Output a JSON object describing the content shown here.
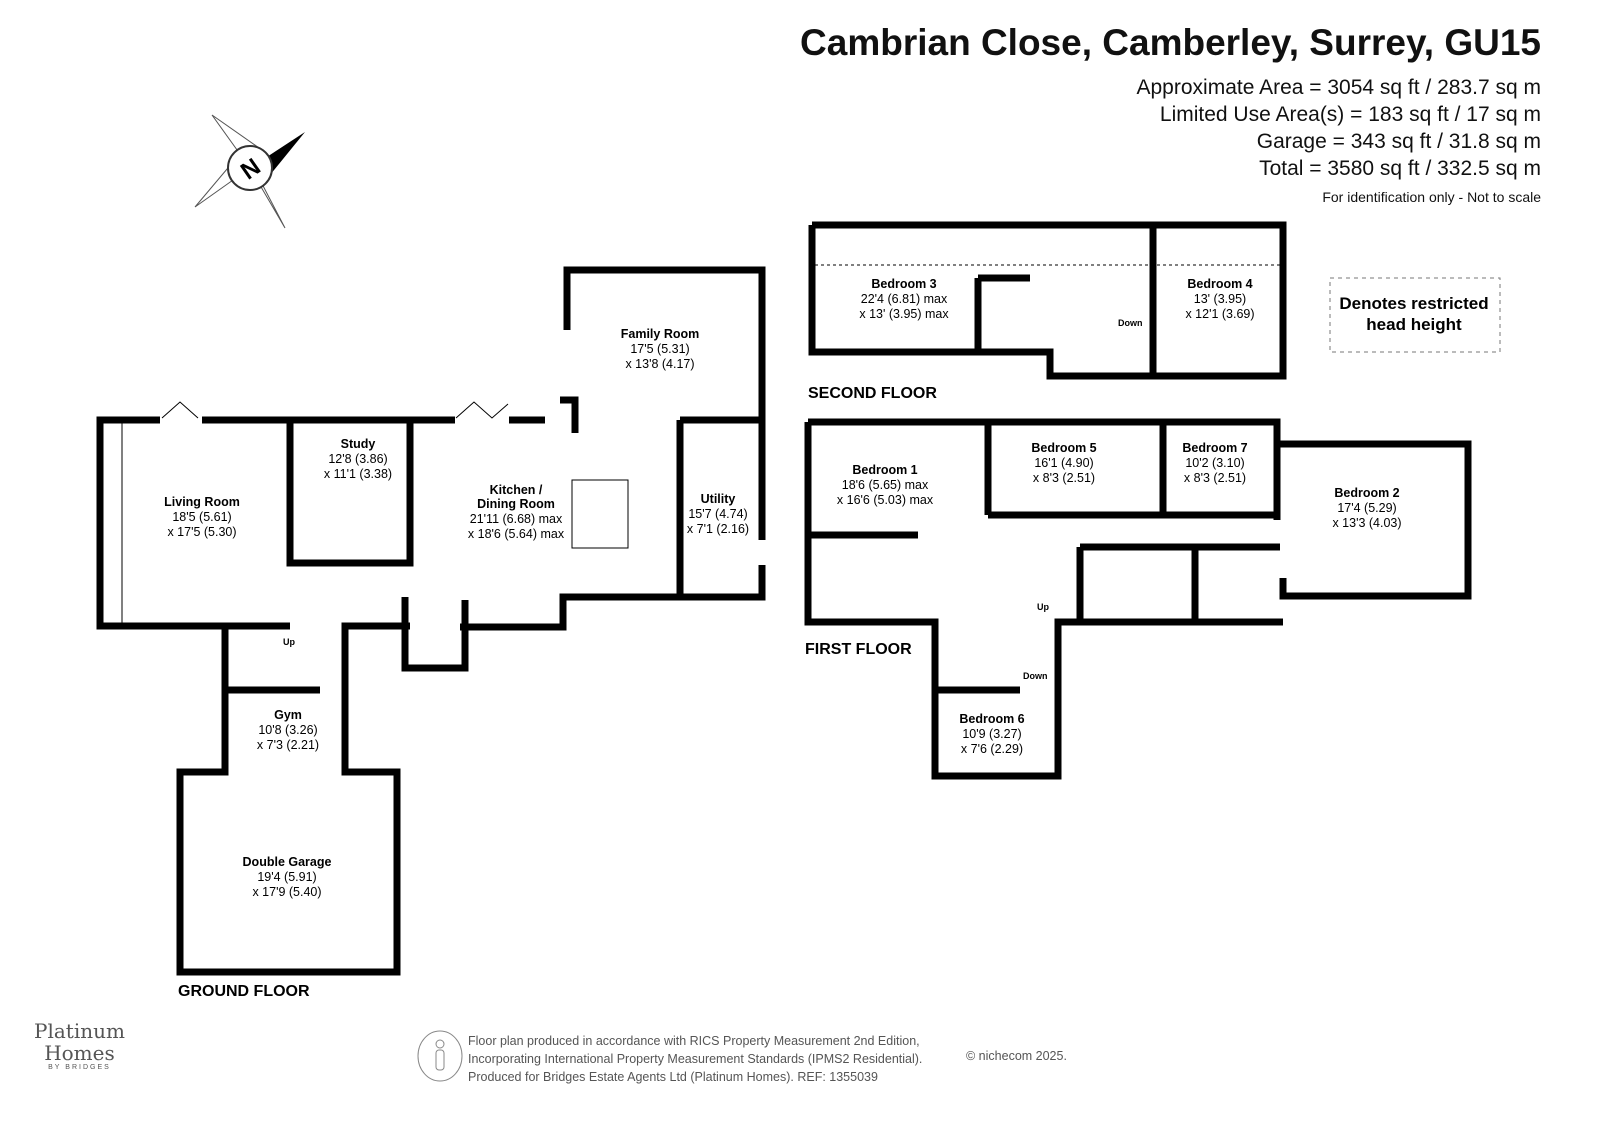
{
  "header": {
    "title": "Cambrian Close, Camberley, Surrey, GU15",
    "areas": [
      "Approximate Area = 3054 sq ft / 283.7 sq m",
      "Limited Use Area(s) = 183 sq ft / 17 sq m",
      "Garage = 343 sq ft / 31.8 sq m",
      "Total = 3580 sq ft / 332.5 sq m"
    ],
    "note": "For identification only - Not to scale"
  },
  "compass": {
    "label": "N"
  },
  "ground_floor": {
    "label": "GROUND FLOOR",
    "rooms": [
      {
        "name": "Living Room",
        "d1": "18'5 (5.61)",
        "d2": "x 17'5 (5.30)"
      },
      {
        "name": "Study",
        "d1": "12'8 (3.86)",
        "d2": "x 11'1 (3.38)"
      },
      {
        "name": "Kitchen /",
        "name2": "Dining Room",
        "d1": "21'11 (6.68) max",
        "d2": "x 18'6 (5.64) max"
      },
      {
        "name": "Family Room",
        "d1": "17'5 (5.31)",
        "d2": "x 13'8 (4.17)"
      },
      {
        "name": "Utility",
        "d1": "15'7 (4.74)",
        "d2": "x 7'1 (2.16)"
      },
      {
        "name": "Gym",
        "d1": "10'8 (3.26)",
        "d2": "x 7'3 (2.21)"
      },
      {
        "name": "Double Garage",
        "d1": "19'4 (5.91)",
        "d2": "x 17'9 (5.40)"
      }
    ],
    "stairs": "Up"
  },
  "first_floor": {
    "label": "FIRST FLOOR",
    "rooms": [
      {
        "name": "Bedroom 1",
        "d1": "18'6 (5.65) max",
        "d2": "x 16'6 (5.03) max"
      },
      {
        "name": "Bedroom 5",
        "d1": "16'1 (4.90)",
        "d2": "x 8'3 (2.51)"
      },
      {
        "name": "Bedroom 7",
        "d1": "10'2 (3.10)",
        "d2": "x 8'3 (2.51)"
      },
      {
        "name": "Bedroom 2",
        "d1": "17'4 (5.29)",
        "d2": "x 13'3 (4.03)"
      },
      {
        "name": "Bedroom 6",
        "d1": "10'9 (3.27)",
        "d2": "x 7'6 (2.29)"
      }
    ],
    "stairs_up": "Up",
    "stairs_down": "Down"
  },
  "second_floor": {
    "label": "SECOND FLOOR",
    "rooms": [
      {
        "name": "Bedroom 3",
        "d1": "22'4 (6.81) max",
        "d2": "x 13' (3.95) max"
      },
      {
        "name": "Bedroom 4",
        "d1": "13' (3.95)",
        "d2": "x 12'1 (3.69)"
      }
    ],
    "stairs_down": "Down"
  },
  "legend": {
    "line1": "Denotes restricted",
    "line2": "head height"
  },
  "footer": {
    "lines": [
      "Floor plan produced in accordance with RICS Property Measurement 2nd Edition,",
      "Incorporating International Property Measurement Standards (IPMS2 Residential).",
      "Produced for Bridges Estate Agents Ltd (Platinum Homes).   REF: 1355039"
    ],
    "copyright": "© nichecom 2025."
  },
  "logo": {
    "name1": "Platinum",
    "name2": "Homes",
    "sub": "BY BRIDGES"
  }
}
